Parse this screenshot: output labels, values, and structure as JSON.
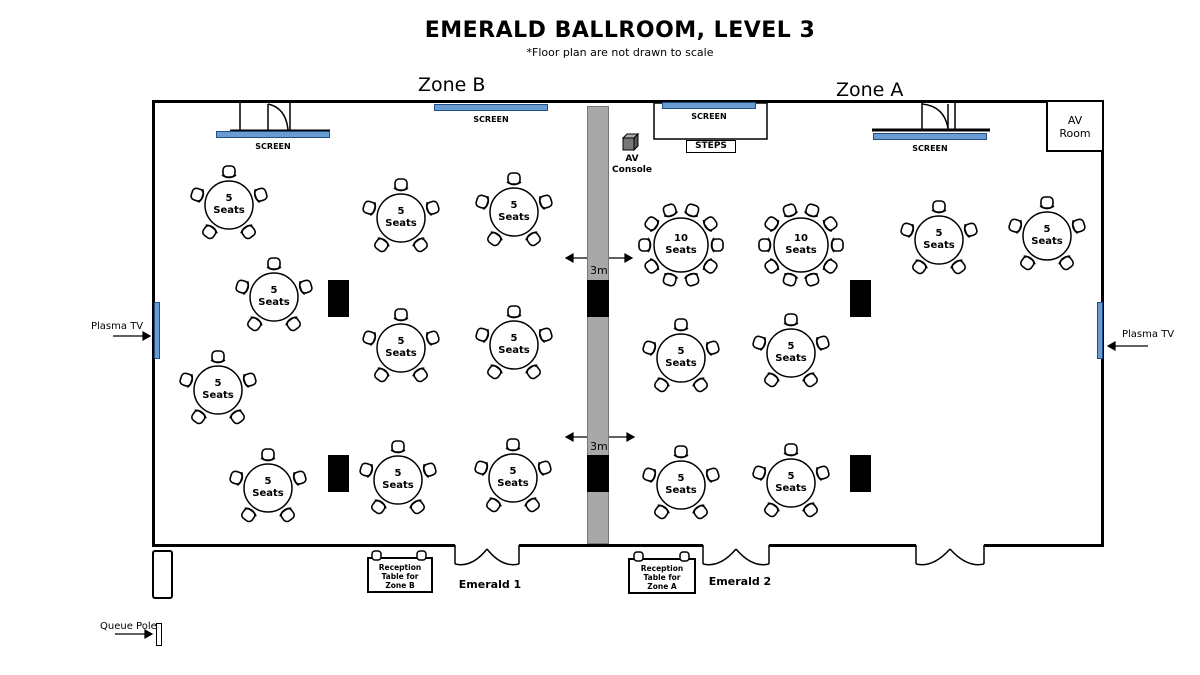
{
  "title": "EMERALD BALLROOM, LEVEL 3",
  "subtitle": "*Floor plan are not drawn to scale",
  "zones": {
    "zone_b": "Zone B",
    "zone_a": "Zone A"
  },
  "screens": {
    "label": "SCREEN"
  },
  "steps": "STEPS",
  "av_console": {
    "line1": "AV",
    "line2": "Console"
  },
  "av_room": {
    "line1": "AV",
    "line2": "Room"
  },
  "plasma_tv": "Plasma TV",
  "aisle_width": "3m",
  "reception_b": {
    "line1": "Reception",
    "line2": "Table for",
    "line3": "Zone B"
  },
  "reception_a": {
    "line1": "Reception",
    "line2": "Table for",
    "line3": "Zone A"
  },
  "entrances": {
    "emerald_1": "Emerald 1",
    "emerald_2": "Emerald 2"
  },
  "queue_pole": "Queue Pole",
  "tables": {
    "five": {
      "count": "5",
      "unit": "Seats"
    },
    "ten": {
      "count": "10",
      "unit": "Seats"
    }
  }
}
